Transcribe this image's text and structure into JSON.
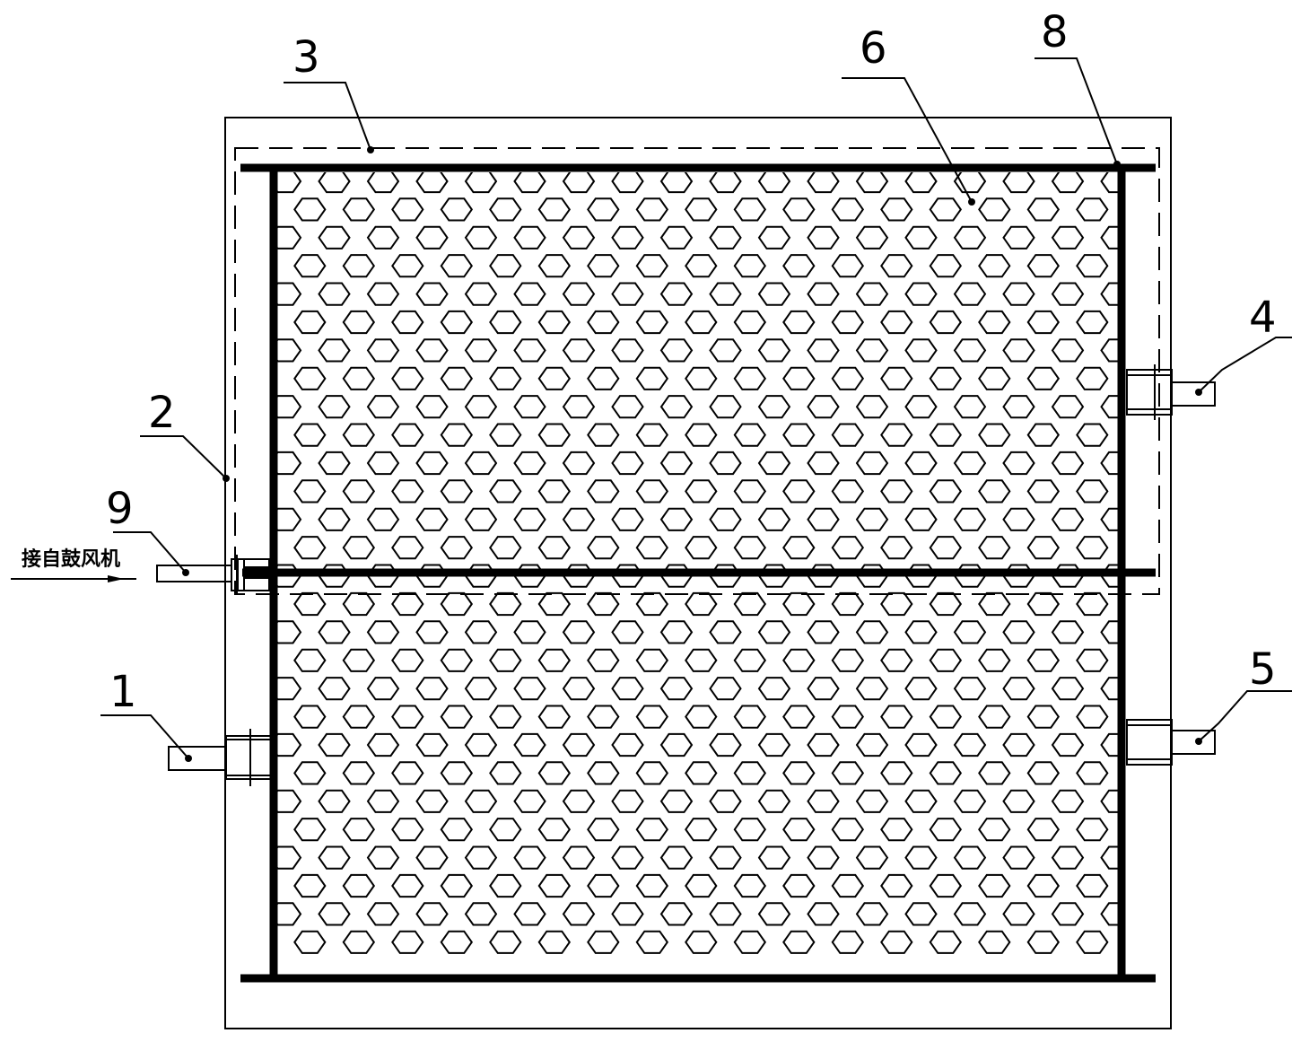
{
  "callouts": {
    "c1": "1",
    "c2": "2",
    "c3": "3",
    "c4": "4",
    "c5": "5",
    "c6": "6",
    "c8": "8",
    "c9": "9"
  },
  "inlet_label": "接自鼓风机",
  "colors": {
    "line": "#000000",
    "background": "#ffffff"
  }
}
